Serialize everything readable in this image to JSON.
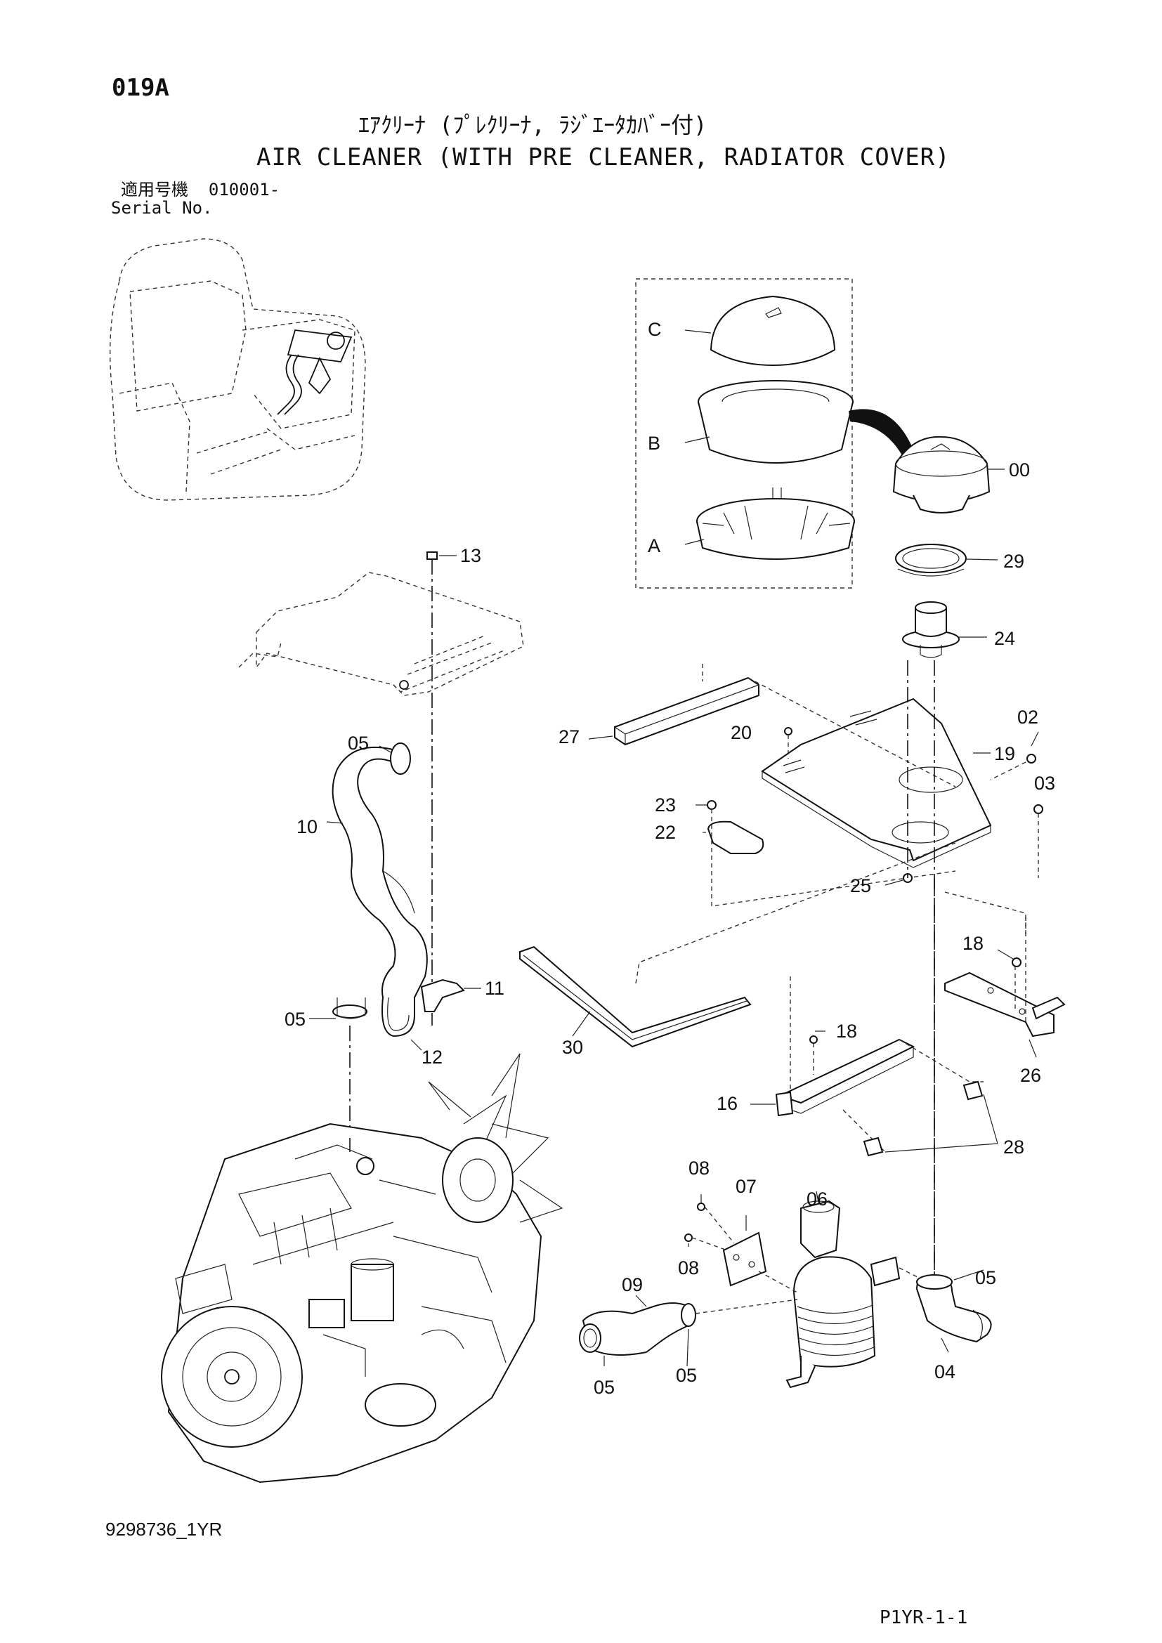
{
  "header": {
    "page_id": "019A",
    "title_jp": "ｴｱｸﾘｰﾅ (ﾌﾟﾚｸﾘｰﾅ, ﾗｼﾞｴｰﾀｶﾊﾞｰ付)",
    "title_en": "AIR CLEANER (WITH PRE CLEANER, RADIATOR COVER)",
    "serial_label_jp": "適用号機",
    "serial_value": "010001-",
    "serial_label_en": "Serial No."
  },
  "footer": {
    "doc_code": "9298736_1YR",
    "page_code": "P1YR-1-1"
  },
  "callouts": {
    "c_C": "C",
    "c_B": "B",
    "c_A": "A",
    "c_00": "00",
    "c_29": "29",
    "c_24": "24",
    "c_13": "13",
    "c_27": "27",
    "c_20": "20",
    "c_02": "02",
    "c_19": "19",
    "c_03": "03",
    "c_05a": "05",
    "c_10": "10",
    "c_23": "23",
    "c_22": "22",
    "c_25": "25",
    "c_18a": "18",
    "c_11": "11",
    "c_05b": "05",
    "c_12": "12",
    "c_30": "30",
    "c_26": "26",
    "c_18b": "18",
    "c_16": "16",
    "c_28": "28",
    "c_08a": "08",
    "c_07": "07",
    "c_06": "06",
    "c_08b": "08",
    "c_09": "09",
    "c_05c": "05",
    "c_05d": "05",
    "c_05e": "05",
    "c_04": "04"
  }
}
